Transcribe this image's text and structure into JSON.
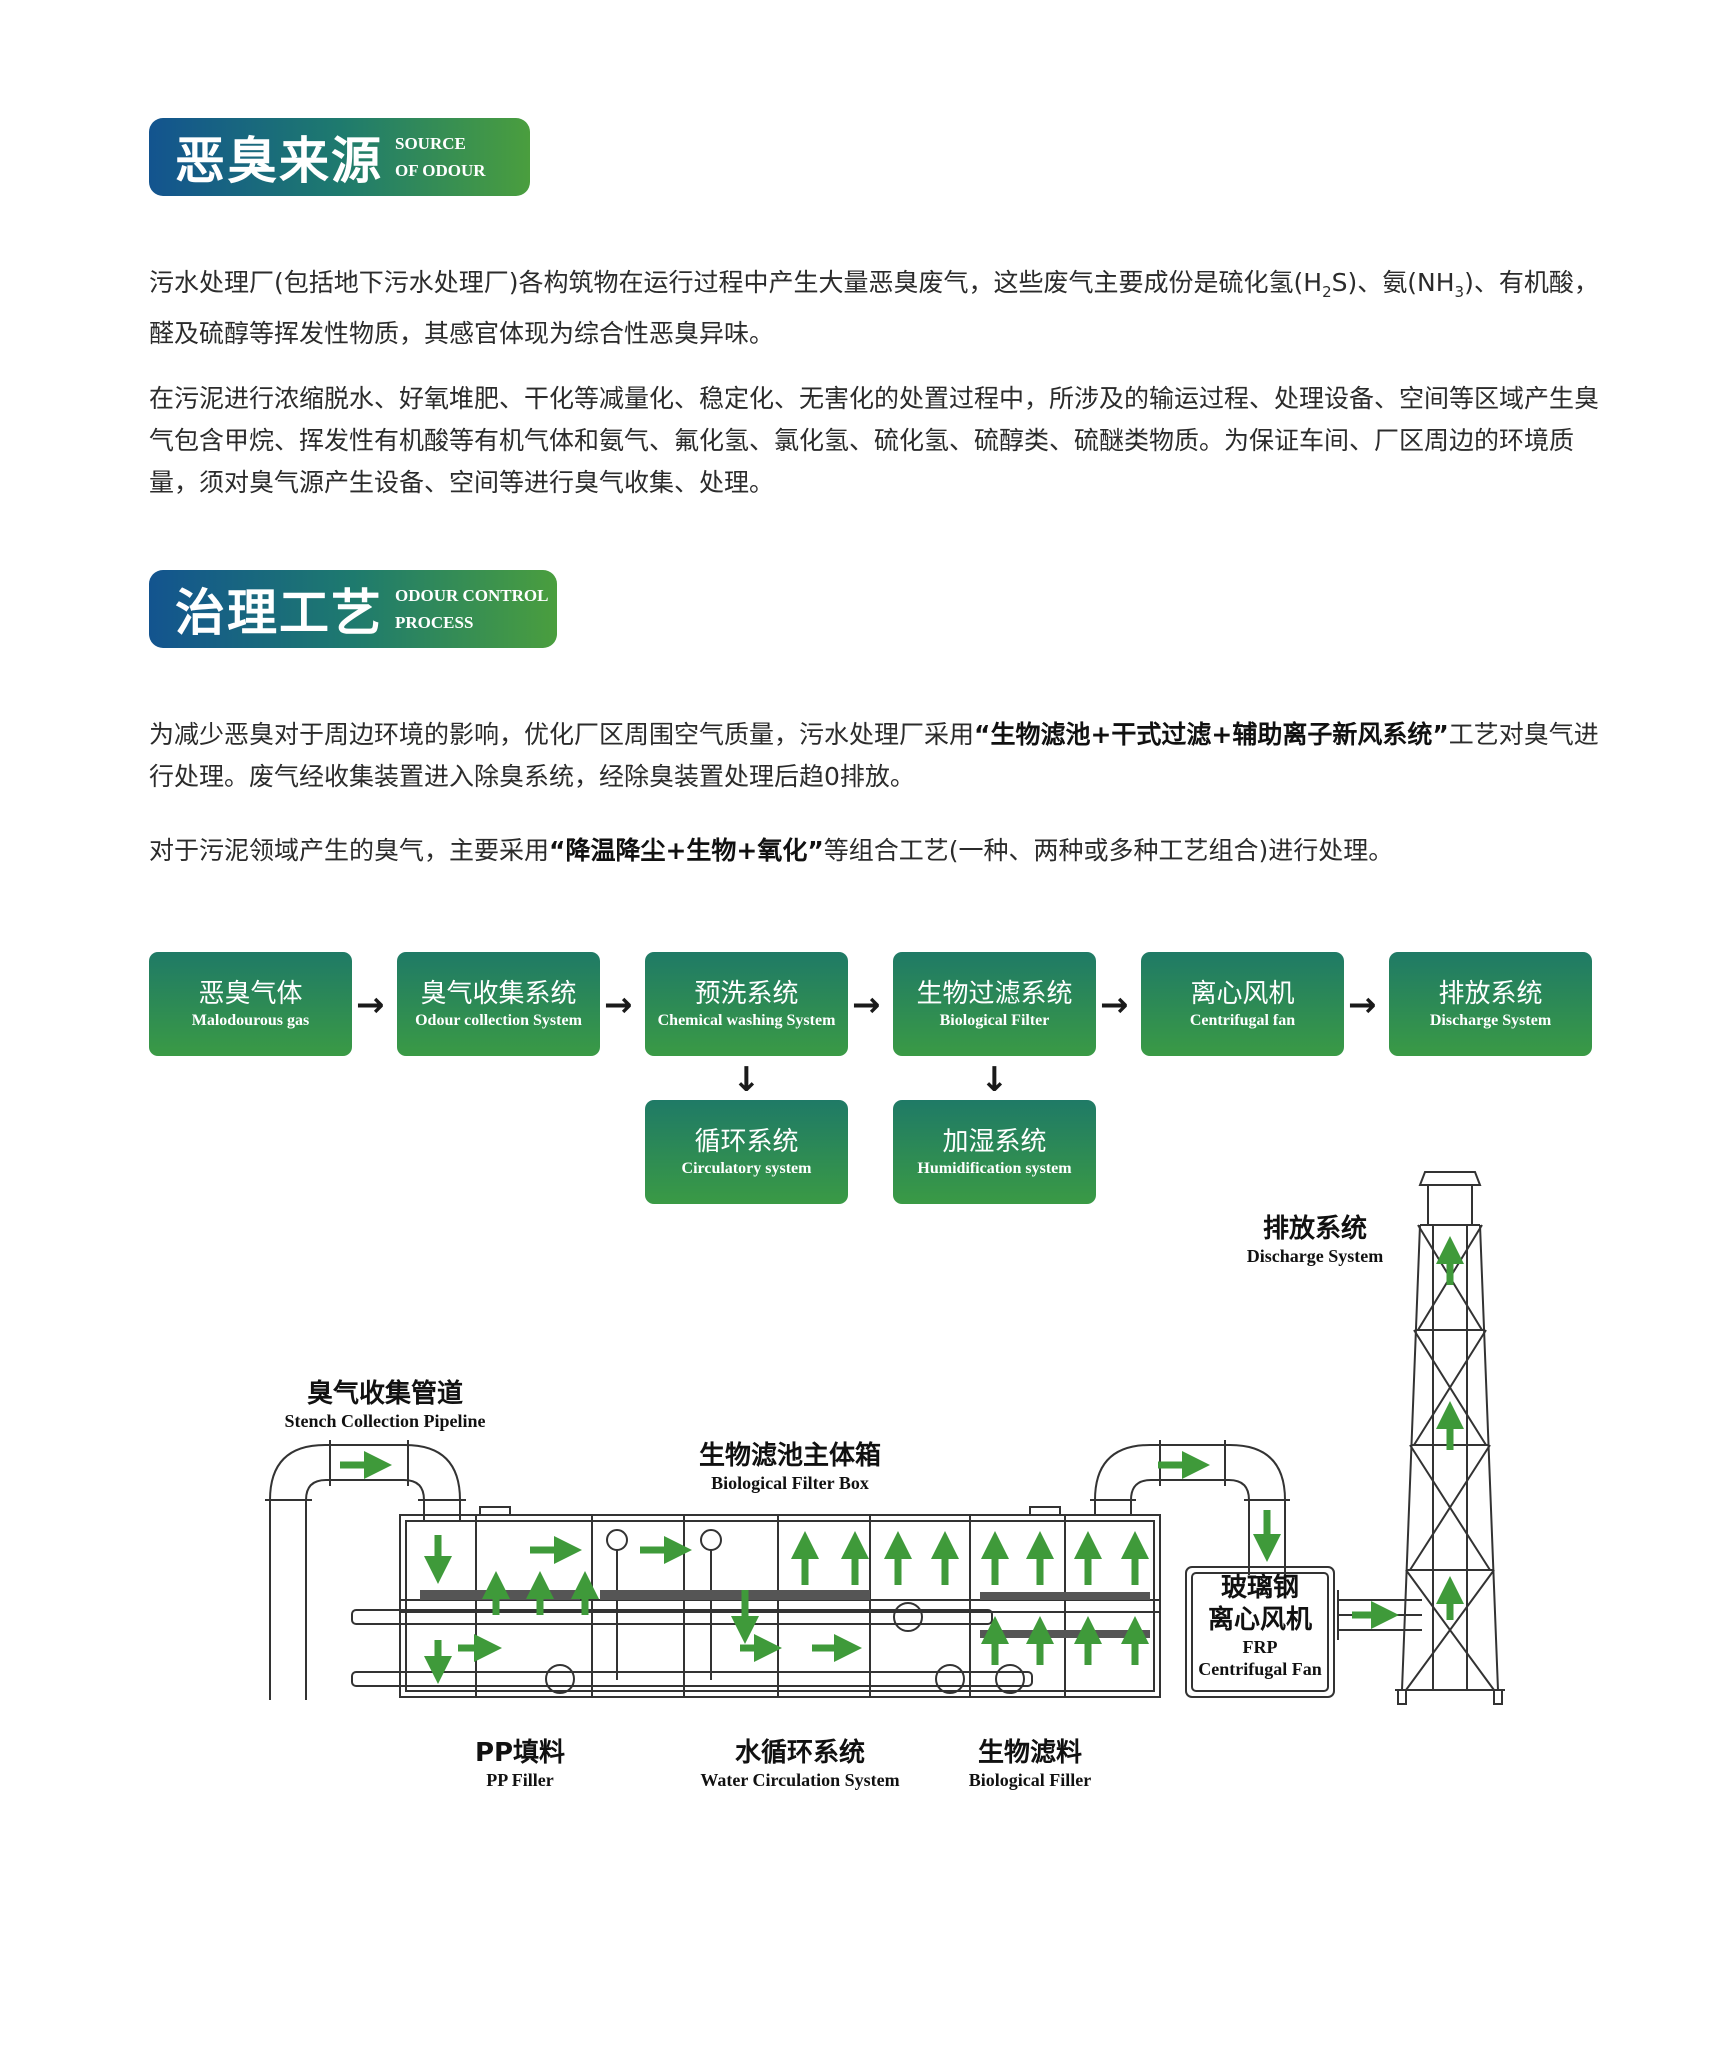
{
  "section1": {
    "title_zh": "恶臭来源",
    "title_en_1": "SOURCE",
    "title_en_2": "OF ODOUR"
  },
  "p1": {
    "a": "污水处理厂(包括地下污水处理厂)各构筑物在运行过程中产生大量恶臭废气，这些废气主要成份是硫化氢(H",
    "sub1": "2",
    "b": "S)、氨(NH",
    "sub2": "3",
    "c": ")、有机酸，醛及硫醇等挥发性物质，其感官体现为综合性恶臭异味。"
  },
  "p2": "在污泥进行浓缩脱水、好氧堆肥、干化等减量化、稳定化、无害化的处置过程中，所涉及的输运过程、处理设备、空间等区域产生臭气包含甲烷、挥发性有机酸等有机气体和氨气、氟化氢、氯化氢、硫化氢、硫醇类、硫醚类物质。为保证车间、厂区周边的环境质量，须对臭气源产生设备、空间等进行臭气收集、处理。",
  "section2": {
    "title_zh": "治理工艺",
    "title_en_1": "ODOUR CONTROL",
    "title_en_2": "PROCESS"
  },
  "p3": {
    "a": "为减少恶臭对于周边环境的影响，优化厂区周围空气质量，污水处理厂采用",
    "bold": "“生物滤池+干式过滤+辅助离子新风系统”",
    "b": "工艺对臭气进行处理。废气经收集装置进入除臭系统，经除臭装置处理后趋0排放。"
  },
  "p4": {
    "a": "对于污泥领域产生的臭气，主要采用",
    "bold": "“降温降尘+生物+氧化”",
    "b": "等组合工艺(一种、两种或多种工艺组合)进行处理。"
  },
  "flow": [
    {
      "zh": "恶臭气体",
      "en": "Malodourous gas"
    },
    {
      "zh": "臭气收集系统",
      "en": "Odour collection System"
    },
    {
      "zh": "预洗系统",
      "en": "Chemical washing System"
    },
    {
      "zh": "生物过滤系统",
      "en": "Biological Filter"
    },
    {
      "zh": "离心风机",
      "en": "Centrifugal fan"
    },
    {
      "zh": "排放系统",
      "en": "Discharge System"
    }
  ],
  "flow_sub": [
    {
      "zh": "循环系统",
      "en": "Circulatory system"
    },
    {
      "zh": "加湿系统",
      "en": "Humidification system"
    }
  ],
  "arrow_glyph": "→",
  "down_glyph": "↓",
  "labels": {
    "discharge": {
      "zh": "排放系统",
      "en": "Discharge System"
    },
    "pipeline": {
      "zh": "臭气收集管道",
      "en": "Stench Collection Pipeline"
    },
    "box": {
      "zh": "生物滤池主体箱",
      "en": "Biological Filter Box"
    },
    "fan": {
      "zh1": "玻璃钢",
      "zh2": "离心风机",
      "en1": "FRP",
      "en2": "Centrifugal Fan"
    },
    "pp": {
      "zh": "PP填料",
      "en": "PP Filler"
    },
    "water": {
      "zh": "水循环系统",
      "en": "Water Circulation System"
    },
    "filler": {
      "zh": "生物滤料",
      "en": "Biological Filler"
    }
  },
  "colors": {
    "accent_green": "#3f9a3a",
    "brand_blue": "#13548f"
  }
}
